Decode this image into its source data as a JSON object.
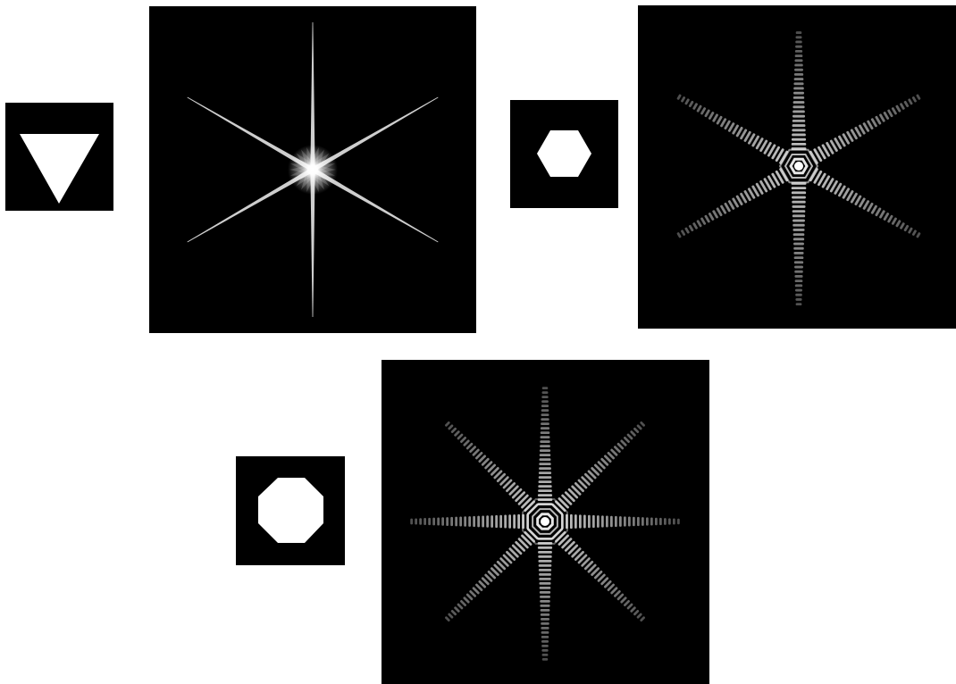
{
  "figure": {
    "rows": [
      {
        "pairs": [
          {
            "aperture": {
              "shape": "triangle",
              "sides": 3,
              "orientation": "point-down"
            },
            "diffraction": {
              "spikes": 6,
              "style": "smooth-streaks"
            }
          },
          {
            "aperture": {
              "shape": "hexagon",
              "sides": 6,
              "orientation": "flat-top"
            },
            "diffraction": {
              "spikes": 6,
              "style": "fringed-streaks",
              "center": "hexagonal-rings"
            }
          }
        ]
      },
      {
        "pairs": [
          {
            "aperture": {
              "shape": "octagon",
              "sides": 8,
              "orientation": "flat-top"
            },
            "diffraction": {
              "spikes": 8,
              "style": "fringed-streaks",
              "center": "octagonal-rings"
            }
          }
        ]
      }
    ],
    "colors": {
      "background": "#ffffff",
      "panel": "#000000",
      "aperture": "#ffffff",
      "streak": "#d8d8d8"
    }
  }
}
